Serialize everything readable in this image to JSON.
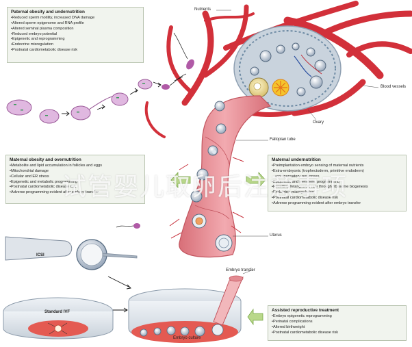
{
  "paternal": {
    "title": "Paternal obesity and undernutrition",
    "items": [
      "Reduced sperm motility, increased DNA damage",
      "Altered sperm epigenome and RNA profile",
      "Altered seminal plasma composition",
      "Reduced embryo potential",
      "Epigenetic and reprogramming",
      "Endocrine misregulation",
      "Postnatal cardiometabolic disease risk"
    ]
  },
  "maternal_obesity": {
    "title": "Maternal obesity and overnutrition",
    "items": [
      "Metabolite and lipid accumulation in follicles and eggs",
      "Mitochondrial damage",
      "Cellular and ER stress",
      "Epigenetic and metabolic programming",
      "Postnatal cardiometabolic disease risk",
      "Adverse programming evident after embryo transfer"
    ]
  },
  "maternal_under": {
    "title": "Maternal undernutrition",
    "items": [
      "Preimplantation embryo sensing of maternal nutrients",
      "Extra-embryonic (trophectoderm, primitive endoderm)",
      "compensatory responses",
      "Epigenetic and metabolic programming",
      "Resetting fetal growth rate through ribosome biogenesis",
      "Endocrine misregulation",
      "Postnatal cardiometabolic disease risk",
      "Adverse programming evident after embryo transfer"
    ]
  },
  "art": {
    "title": "Assisted reproductive treatment",
    "items": [
      "Embryo epigenetic reprogramming",
      "Perinatal complications",
      "Altered birthweight",
      "Postnatal cardiometabolic disease risk"
    ]
  },
  "labels": {
    "nutrients": "Nutrients",
    "blood_vessels": "Blood vessels",
    "ovary": "Ovary",
    "fallopian_tube": "Fallopian tube",
    "uterus": "Uterus",
    "embryo_transfer": "Embryo transfer",
    "icsi": "ICSI",
    "standard_ivf": "Standard IVF",
    "embryo_culture": "Embryo culture"
  },
  "watermark": "试管婴儿取卵后注意事项",
  "colors": {
    "box_fill": "#f1f4ee",
    "box_border": "#b9c4b0",
    "vessel": "#d2303a",
    "tube": "#e0868d",
    "ovary": "#c9d3dd",
    "arrow": "#8ab84a",
    "sperm": "#b05aa6"
  }
}
